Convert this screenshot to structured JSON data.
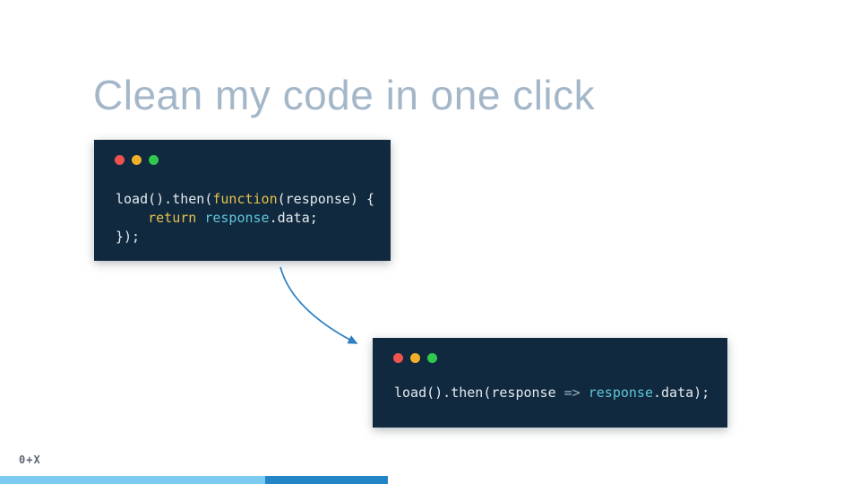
{
  "slide": {
    "title": "Clean my code in one click",
    "footer_logo": "0+X"
  },
  "colors": {
    "background": "#ffffff",
    "title": "#a4b7c9",
    "code_bg": "#11293f",
    "code_default": "#e3ebf0",
    "code_keyword": "#e6c14b",
    "code_variable": "#5ec6d8",
    "code_operator": "#9db0bb",
    "dot_red": "#ee5350",
    "dot_yellow": "#f0b028",
    "dot_green": "#30c94e",
    "arrow": "#2f7fc1",
    "bar_light": "#7ecbf2",
    "bar_dark": "#2385c6",
    "logo": "#5a6472"
  },
  "code_before": {
    "lines": [
      [
        {
          "t": "load().then(",
          "c": "default"
        },
        {
          "t": "function",
          "c": "keyword"
        },
        {
          "t": "(response) {",
          "c": "default"
        }
      ],
      [
        {
          "t": "    ",
          "c": "default"
        },
        {
          "t": "return",
          "c": "keyword"
        },
        {
          "t": " ",
          "c": "default"
        },
        {
          "t": "response",
          "c": "variable"
        },
        {
          "t": ".data;",
          "c": "default"
        }
      ],
      [
        {
          "t": "});",
          "c": "default"
        }
      ]
    ]
  },
  "code_after": {
    "lines": [
      [
        {
          "t": "load().then(response ",
          "c": "default"
        },
        {
          "t": "=>",
          "c": "operator"
        },
        {
          "t": " ",
          "c": "default"
        },
        {
          "t": "response",
          "c": "variable"
        },
        {
          "t": ".data);",
          "c": "default"
        }
      ]
    ]
  },
  "progress": {
    "segments": [
      {
        "name": "light",
        "width_pct": 30.8
      },
      {
        "name": "dark",
        "width_pct": 14.3
      }
    ]
  }
}
